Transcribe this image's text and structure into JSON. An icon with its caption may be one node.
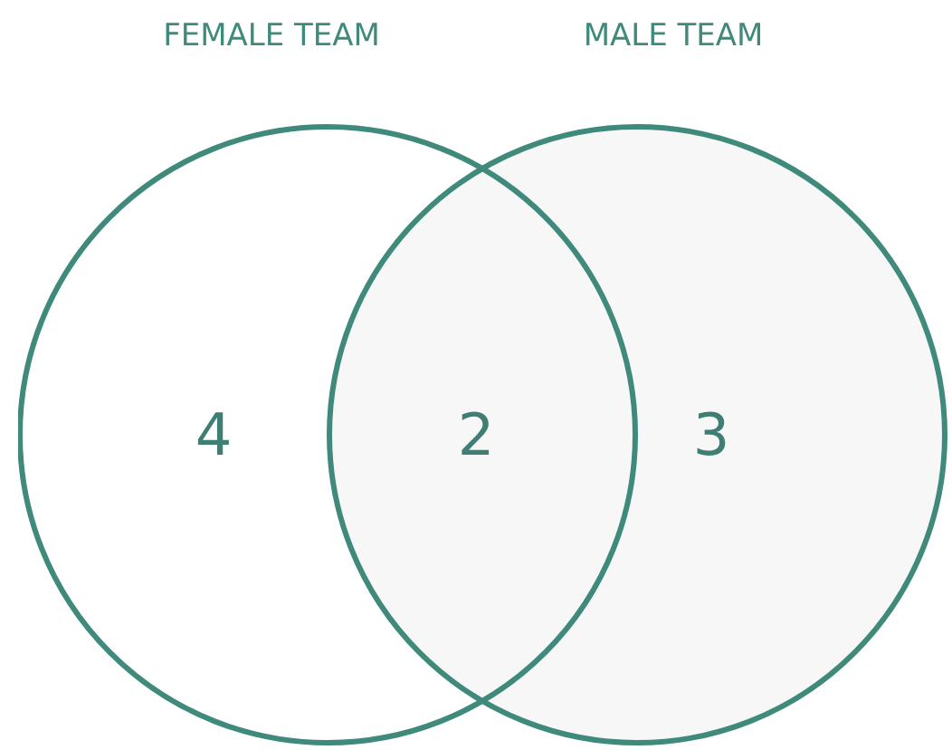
{
  "diagram": {
    "nodes": [
      {
        "text": [
          "FEMALE TEAM",
          "4"
        ]
      },
      {
        "text": [
          "MALE TEAM",
          "3"
        ]
      }
    ],
    "labels": [
      "2"
    ]
  }
}
